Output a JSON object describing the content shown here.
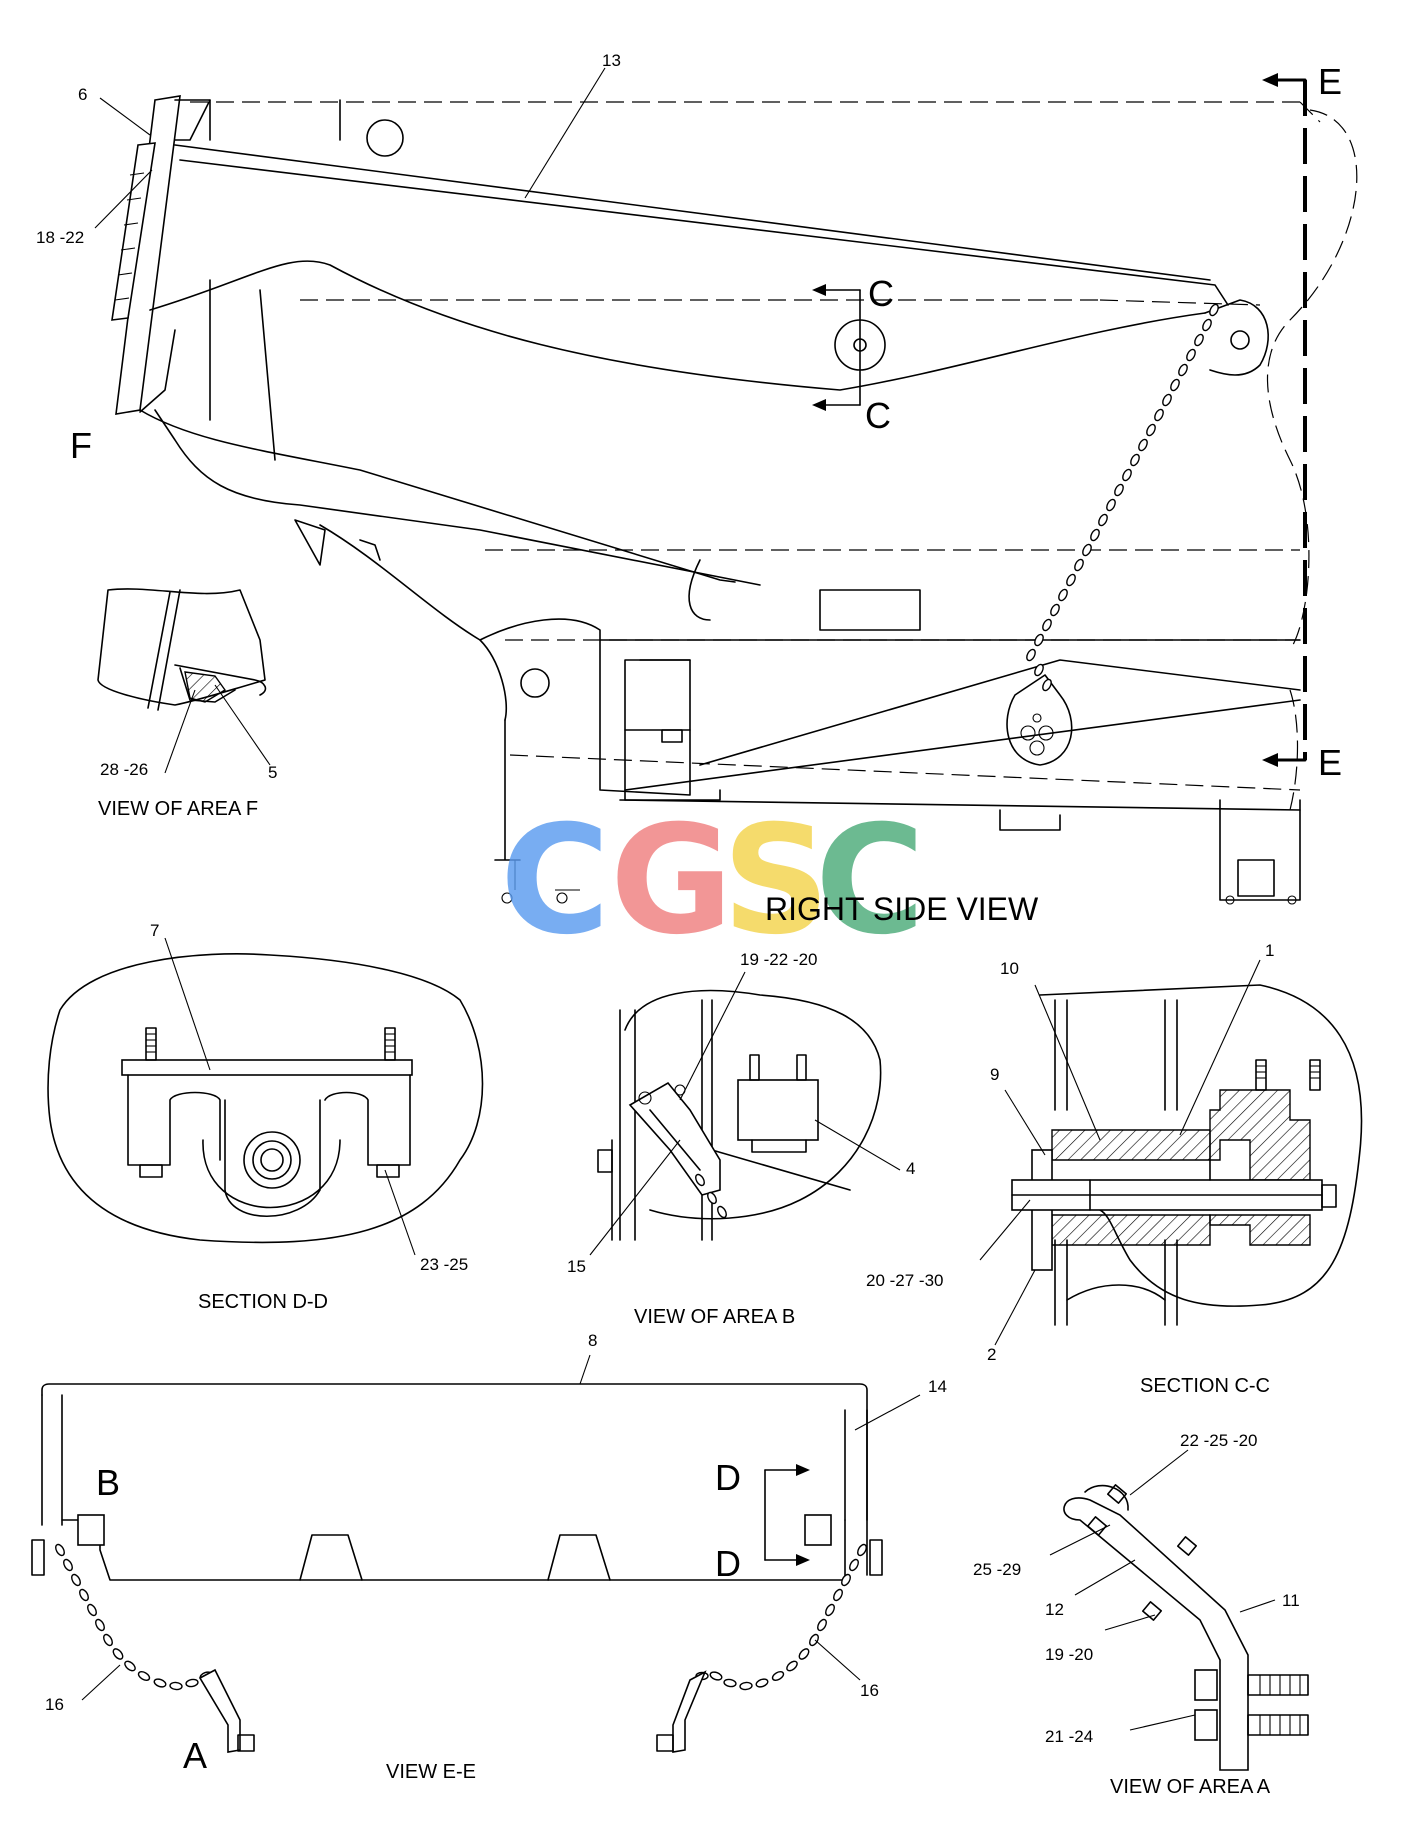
{
  "watermark": {
    "letters": [
      "C",
      "G",
      "S",
      "C"
    ],
    "colors": [
      "#5b9cf0",
      "#f08080",
      "#f4d44c",
      "#4cab7a"
    ]
  },
  "views": {
    "right_side": "RIGHT SIDE VIEW",
    "area_f": "VIEW OF AREA F",
    "section_dd": "SECTION D-D",
    "area_b": "VIEW OF AREA B",
    "section_cc": "SECTION C-C",
    "view_ee": "VIEW E-E",
    "area_a": "VIEW OF AREA A"
  },
  "markers": {
    "E_top": "E",
    "E_bottom": "E",
    "C_top": "C",
    "C_bottom": "C",
    "F": "F",
    "B": "B",
    "D_top": "D",
    "D_bottom": "D",
    "A": "A"
  },
  "callouts": {
    "n13": "13",
    "n6": "6",
    "n18_22": "18 -22",
    "n28_26": "28 -26",
    "n5": "5",
    "n7": "7",
    "n23_25": "23 -25",
    "n19_22_20": "19 -22 -20",
    "n4": "4",
    "n15": "15",
    "n10": "10",
    "n1": "1",
    "n9": "9",
    "n20_27_30": "20 -27 -30",
    "n2": "2",
    "n8": "8",
    "n14": "14",
    "n16_left": "16",
    "n16_right": "16",
    "n22_25_20": "22 -25 -20",
    "n25_29": "25 -29",
    "n12": "12",
    "n11": "11",
    "n19_20": "19 -20",
    "n21_24": "21 -24"
  }
}
